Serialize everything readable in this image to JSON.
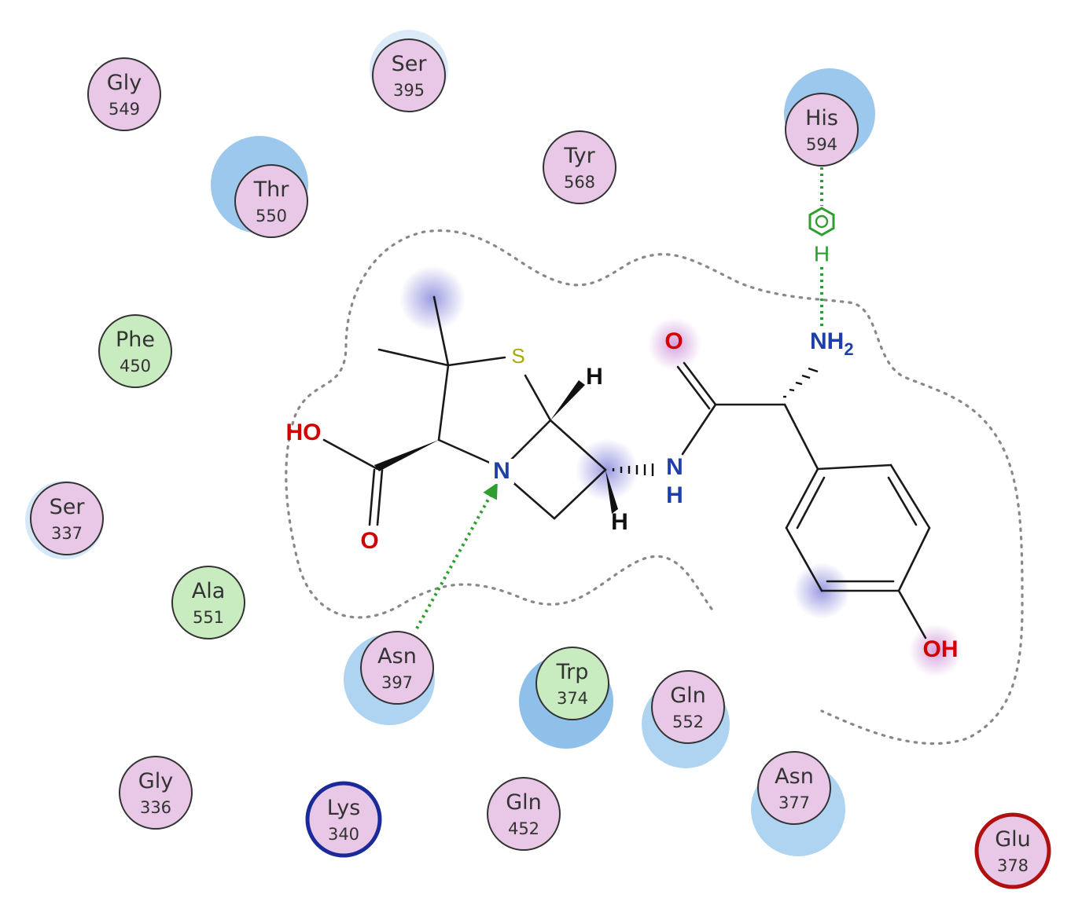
{
  "residues": [
    {
      "id": "gly549",
      "name": "Gly",
      "number": "549",
      "type": "polar"
    },
    {
      "id": "ser395",
      "name": "Ser",
      "number": "395",
      "type": "polar"
    },
    {
      "id": "his594",
      "name": "His",
      "number": "594",
      "type": "polar"
    },
    {
      "id": "tyr568",
      "name": "Tyr",
      "number": "568",
      "type": "polar"
    },
    {
      "id": "thr550",
      "name": "Thr",
      "number": "550",
      "type": "polar"
    },
    {
      "id": "phe450",
      "name": "Phe",
      "number": "450",
      "type": "hydrophobic"
    },
    {
      "id": "ser337",
      "name": "Ser",
      "number": "337",
      "type": "polar"
    },
    {
      "id": "ala551",
      "name": "Ala",
      "number": "551",
      "type": "hydrophobic"
    },
    {
      "id": "asn397",
      "name": "Asn",
      "number": "397",
      "type": "polar"
    },
    {
      "id": "trp374",
      "name": "Trp",
      "number": "374",
      "type": "hydrophobic"
    },
    {
      "id": "gln552",
      "name": "Gln",
      "number": "552",
      "type": "polar"
    },
    {
      "id": "asn377",
      "name": "Asn",
      "number": "377",
      "type": "polar"
    },
    {
      "id": "gly336",
      "name": "Gly",
      "number": "336",
      "type": "polar"
    },
    {
      "id": "lys340",
      "name": "Lys",
      "number": "340",
      "type": "basic"
    },
    {
      "id": "gln452",
      "name": "Gln",
      "number": "452",
      "type": "polar"
    },
    {
      "id": "glu378",
      "name": "Glu",
      "number": "378",
      "type": "acidic"
    }
  ],
  "atom_labels": {
    "sulfur": "S",
    "nitrogen_ring": "N",
    "hydroxyl_acid": "HO",
    "oxygen_acid": "O",
    "oxygen_amide": "O",
    "amine": "NH",
    "amine_sub": "2",
    "amide_n": "N",
    "amide_h": "H",
    "hydrogen_top": "H",
    "hydrogen_bottom": "H",
    "phenol_oh": "OH",
    "pi_h": "H"
  },
  "colors": {
    "polar_fill": "#e8c8e6",
    "hydrophobic_fill": "#c9ebc0",
    "basic_ring": "#1a2a9a",
    "acidic_ring": "#b01010",
    "exposure_halo": "#9cc8ee",
    "hbond_sidechain": "#2e9e2e",
    "pocket_outline": "#888888"
  }
}
